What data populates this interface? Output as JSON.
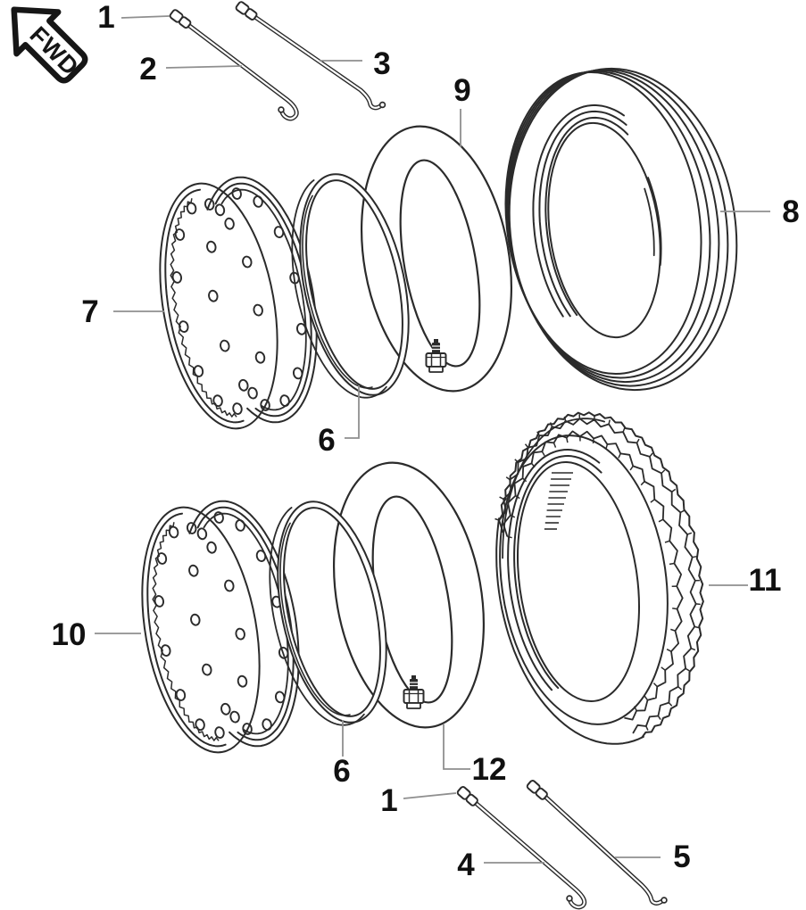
{
  "diagram": {
    "direction_indicator": {
      "text": "FWD"
    },
    "colors": {
      "background": "#ffffff",
      "line": "#2b2b2b",
      "leader_line": "#8f8f8f",
      "label_text": "#111111"
    },
    "labels": [
      {
        "text": "1"
      },
      {
        "text": "2"
      },
      {
        "text": "3"
      },
      {
        "text": "9"
      },
      {
        "text": "8"
      },
      {
        "text": "7"
      },
      {
        "text": "6"
      },
      {
        "text": "10"
      },
      {
        "text": "6"
      },
      {
        "text": "12"
      },
      {
        "text": "1"
      },
      {
        "text": "4"
      },
      {
        "text": "5"
      },
      {
        "text": "11"
      }
    ]
  }
}
